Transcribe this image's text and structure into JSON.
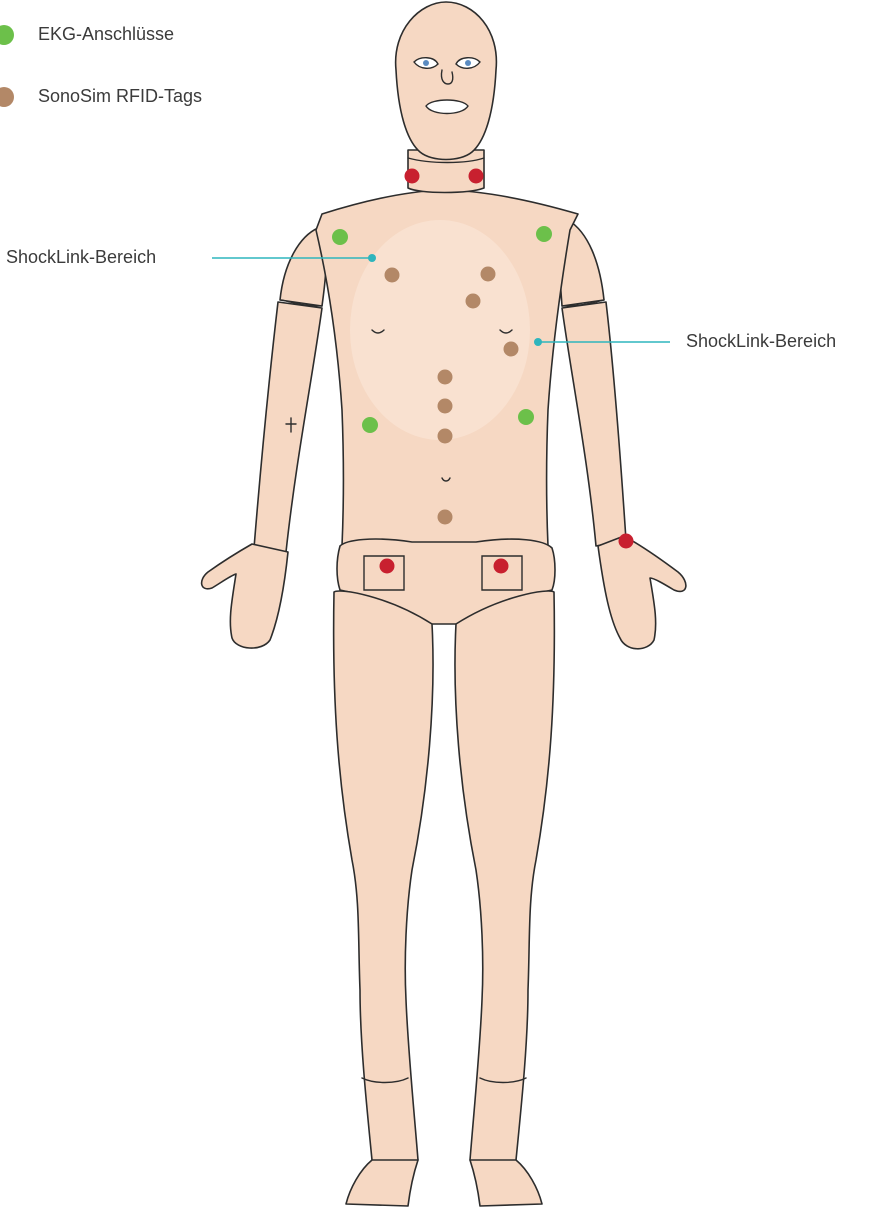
{
  "legend": [
    {
      "label": "EKG-Anschlüsse",
      "color": "#6cc04a"
    },
    {
      "label": "SonoSim RFID-Tags",
      "color": "#b38867"
    }
  ],
  "callouts": [
    {
      "label": "ShockLink-Bereich",
      "side": "left"
    },
    {
      "label": "ShockLink-Bereich",
      "side": "right"
    }
  ],
  "colors": {
    "skin": "#f6d8c3",
    "skin_shadow": "#ecc4a8",
    "outline": "#2d2d2d",
    "ekg_green": "#6cc04a",
    "rfid_brown": "#b38867",
    "marker_red": "#c8202f",
    "callout_teal": "#2eb5bd"
  }
}
